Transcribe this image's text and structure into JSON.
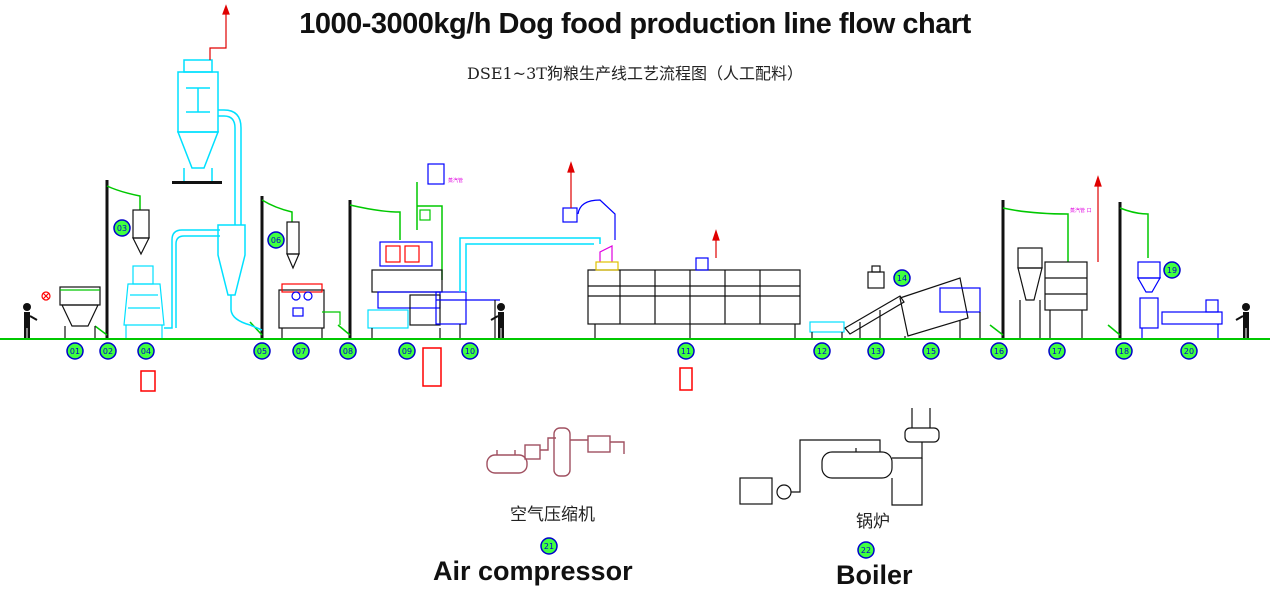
{
  "title": "1000-3000kg/h Dog food production line flow chart",
  "subtitle": "DSE1~3T狗粮生产线工艺流程图（人工配料）",
  "station_numbers": [
    "01",
    "02",
    "03",
    "04",
    "05",
    "06",
    "07",
    "08",
    "09",
    "10",
    "11",
    "12",
    "13",
    "14",
    "15",
    "16",
    "17",
    "18",
    "19",
    "20"
  ],
  "auxiliary": {
    "compressor_cn": "空气压缩机",
    "compressor_no": "21",
    "compressor_en": "Air compressor",
    "boiler_cn": "锅炉",
    "boiler_no": "22",
    "boiler_en": "Boiler"
  },
  "colors": {
    "floor": "#00c800",
    "pipe": "#00e0ff",
    "machine": "#0000ff",
    "hose": "#00c800",
    "alert": "#ff0000",
    "compressor": "#a05060",
    "marker_fill": "#40ff40",
    "marker_ring": "#0000cc"
  }
}
